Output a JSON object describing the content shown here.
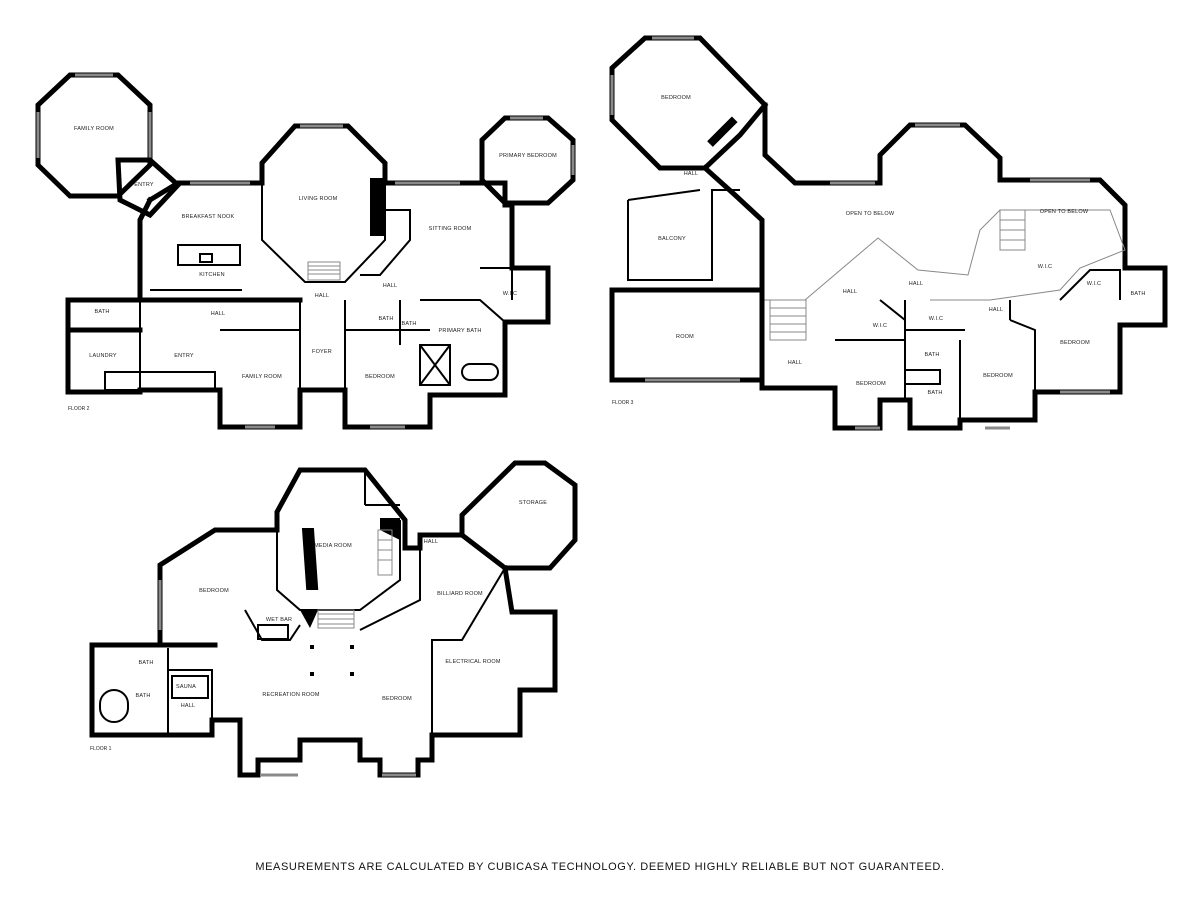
{
  "floors": [
    {
      "label": "FLOOR 2",
      "rooms": [
        "FAMILY ROOM",
        "ENTRY",
        "BREAKFAST NOOK",
        "KITCHEN",
        "LIVING ROOM",
        "PRIMARY BEDROOM",
        "SITTING ROOM",
        "HALL",
        "W.I.C",
        "BATH",
        "LAUNDRY",
        "ENTRY",
        "HALL",
        "FAMILY ROOM",
        "FOYER",
        "BATH",
        "BATH",
        "BEDROOM",
        "PRIMARY BATH",
        "HALL"
      ]
    },
    {
      "label": "FLOOR 3",
      "rooms": [
        "BEDROOM",
        "HALL",
        "BALCONY",
        "OPEN TO BELOW",
        "OPEN TO BELOW",
        "W.I.C",
        "ROOM",
        "HALL",
        "HALL",
        "HALL",
        "W.I.C",
        "BATH",
        "BEDROOM",
        "W.I.C",
        "W.I.C",
        "BATH",
        "BATH",
        "BEDROOM",
        "BEDROOM",
        "HALL"
      ]
    },
    {
      "label": "FLOOR 1",
      "rooms": [
        "STORAGE",
        "MEDIA ROOM",
        "HALL",
        "BEDROOM",
        "BILLIARD ROOM",
        "WET BAR",
        "BATH",
        "SAUNA",
        "BATH",
        "HALL",
        "RECREATION ROOM",
        "BEDROOM",
        "ELECTRICAL ROOM"
      ]
    }
  ],
  "disclaimer": "MEASUREMENTS ARE CALCULATED BY CUBICASA TECHNOLOGY. DEEMED HIGHLY RELIABLE BUT NOT GUARANTEED."
}
